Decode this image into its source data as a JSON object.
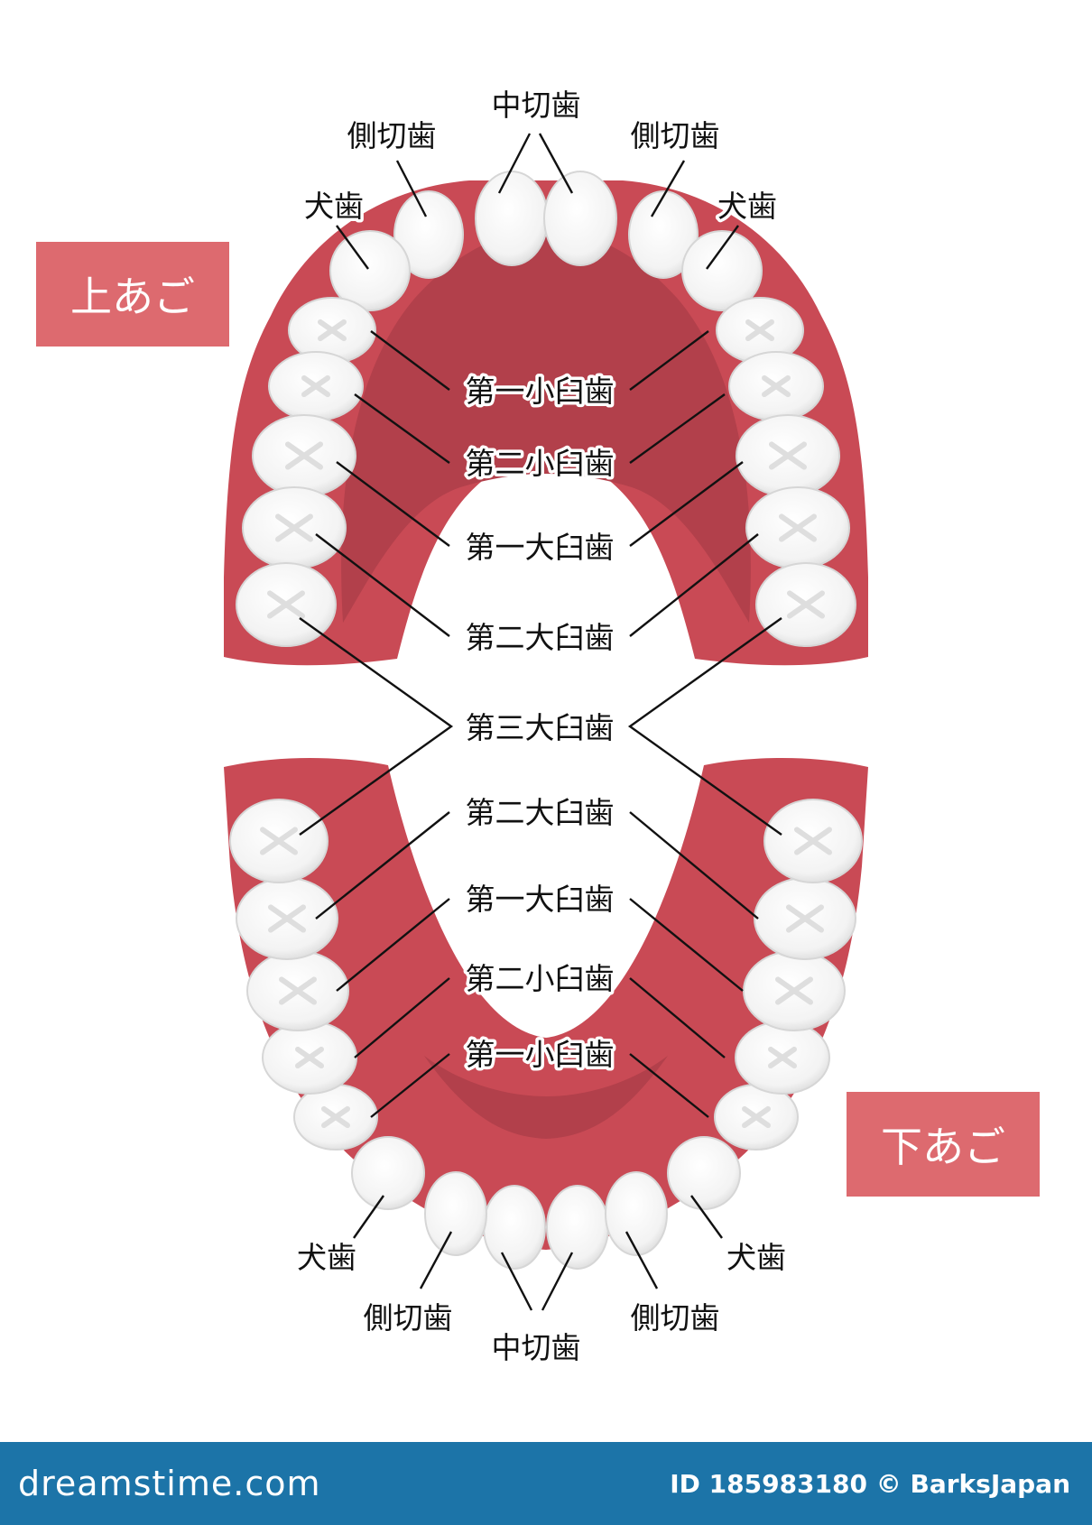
{
  "jaw_labels": {
    "upper": "上あご",
    "lower": "下あご"
  },
  "teeth": {
    "central_incisor": "中切歯",
    "lateral_incisor": "側切歯",
    "canine": "犬歯",
    "first_premolar": "第一小臼歯",
    "second_premolar": "第二小臼歯",
    "first_molar": "第一大臼歯",
    "second_molar": "第二大臼歯",
    "third_molar": "第三大臼歯"
  },
  "footer": {
    "site": "dreamstime.com",
    "credit": "ID 185983180 © BarksJapan"
  },
  "colors": {
    "gum_outer": "#c94a55",
    "gum_inner": "#b2404b",
    "palate": "#c9505b",
    "tooth": "#f7f7f7",
    "tooth_edge": "#d6d6d6",
    "tag": "#dd6a6f",
    "footer": "#1c74a8",
    "line": "#111111"
  }
}
